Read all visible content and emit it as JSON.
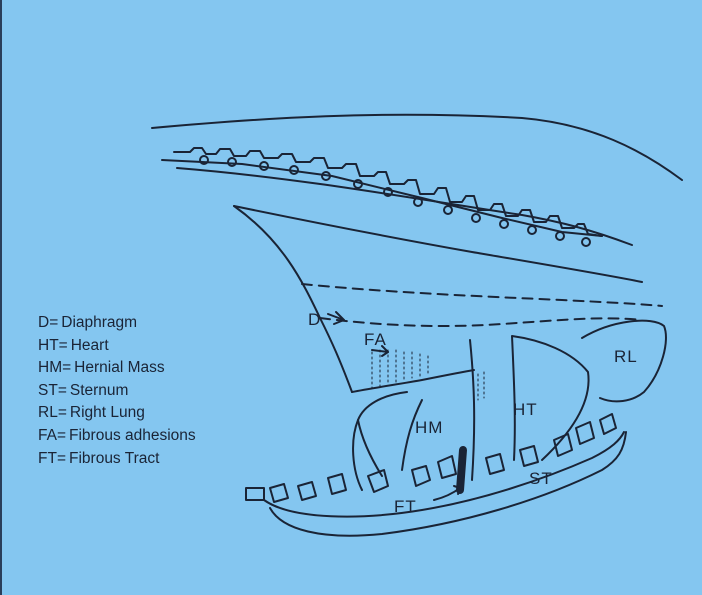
{
  "legend": {
    "items": [
      {
        "abbr": "D",
        "eq": "=",
        "text": "Diaphragm"
      },
      {
        "abbr": "HT",
        "eq": "=",
        "text": "Heart"
      },
      {
        "abbr": "HM",
        "eq": "=",
        "text": "Hernial Mass"
      },
      {
        "abbr": "ST",
        "eq": "=",
        "text": "Sternum"
      },
      {
        "abbr": "RL",
        "eq": "=",
        "text": "Right Lung"
      },
      {
        "abbr": "FA",
        "eq": "=",
        "text": "Fibrous adhesions"
      },
      {
        "abbr": "FT",
        "eq": "=",
        "text": "Fibrous Tract"
      }
    ]
  },
  "labels": {
    "d": "D",
    "fa": "FA",
    "rl": "RL",
    "hm": "HM",
    "ht": "HT",
    "st": "ST",
    "ft": "FT"
  },
  "colors": {
    "background": "#84c6f0",
    "ink": "#1a2436"
  }
}
